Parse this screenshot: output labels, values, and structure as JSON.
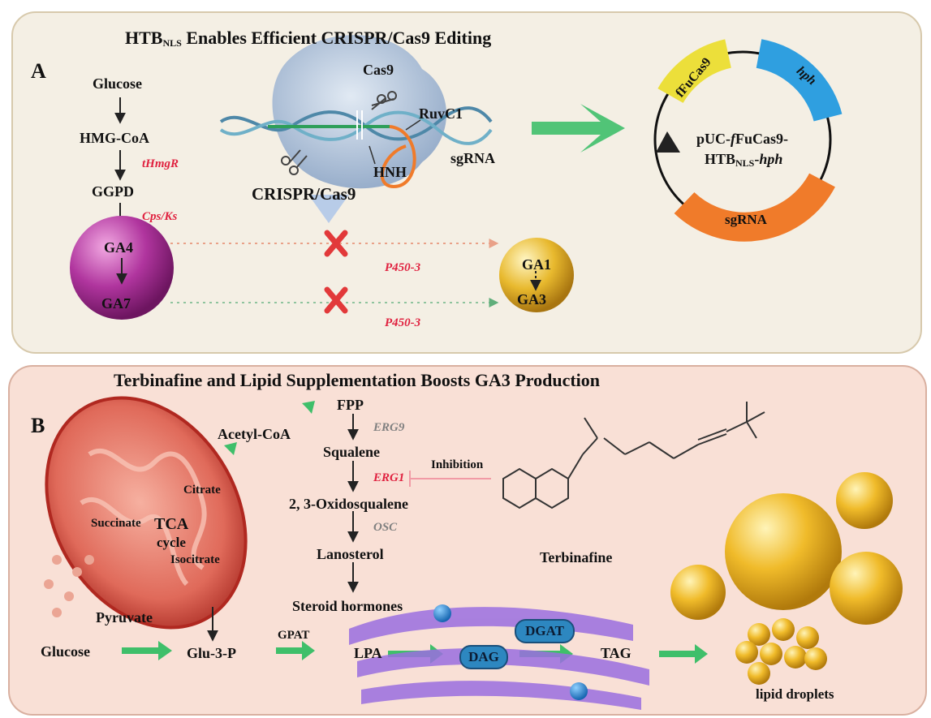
{
  "panelA": {
    "letter": "A",
    "title_main": "HTB",
    "title_sub": "NLS",
    "title_rest": " Enables Efficient CRISPR/Cas9 Editing",
    "pathway": [
      "Glucose",
      "HMG-CoA",
      "GGPD",
      "GA4",
      "GA7",
      "GA1",
      "GA3"
    ],
    "enzymes": [
      "tHmgR",
      "Cps/Ks",
      "P450-3",
      "P450-3"
    ],
    "cas9_labels": [
      "Cas9",
      "RuvC1",
      "HNH",
      "sgRNA",
      "CRISPR/Cas9"
    ],
    "plasmid": {
      "line1": "pUC-",
      "line1_italic": "f",
      "line1_rest": "FuCas9-",
      "line2_main": "HTB",
      "line2_sub": "NLS",
      "line2_rest": "-",
      "line2_italic": "hph",
      "segments": [
        "fFuCas9",
        "hph",
        "sgRNA"
      ]
    }
  },
  "panelB": {
    "letter": "B",
    "title": "Terbinafine and Lipid Supplementation Boosts GA3 Production",
    "mito": [
      "Citrate",
      "Succinate",
      "TCA",
      "cycle",
      "Isocitrate",
      "Pyruvate"
    ],
    "pathway": [
      "Acetyl-CoA",
      "FPP",
      "Squalene",
      "2, 3-Oxidosqualene",
      "Lanosterol",
      "Steroid hormones"
    ],
    "enzymes": [
      "ERG9",
      "ERG1",
      "OSC"
    ],
    "inhibition": "Inhibition",
    "drug": "Terbinafine",
    "lipid": [
      "Glucose",
      "Glu-3-P",
      "GPAT",
      "LPA",
      "DAG",
      "DGAT",
      "TAG",
      "lipid droplets"
    ]
  },
  "colors": {
    "enzyme_red": "#e0213f",
    "enzyme_gray": "#808080",
    "arrow_green": "#3fbf6a",
    "ga4_magenta": "#b0359e",
    "ga1_gold": "#e8b92e",
    "er_purple": "#8a5cd0",
    "mito_red": "#d8433c",
    "fucas9_yellow": "#ecdf3a",
    "hph_blue": "#2f9fe0",
    "sgRNA_orange": "#f07b2a"
  }
}
